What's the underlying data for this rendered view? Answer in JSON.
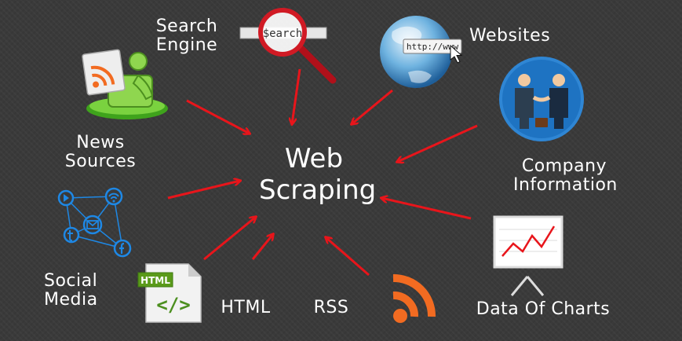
{
  "center": {
    "line1": "Web",
    "line2": "Scraping"
  },
  "search_bar_text": "$earch",
  "url_text": "http://www",
  "html_file_label": "HTML",
  "html_file_symbol": "</>",
  "labels": {
    "search_engine": [
      "Search",
      "Engine"
    ],
    "websites": "Websites",
    "news_sources": [
      "News",
      "Sources"
    ],
    "company_information": [
      "Company",
      "Information"
    ],
    "social_media": [
      "Social",
      "Media"
    ],
    "html": "HTML",
    "rss": "RSS",
    "data_of_charts": "Data Of Charts"
  },
  "colors": {
    "background": "#3a3a3a",
    "arrow": "#e8151b",
    "rss_orange": "#f26b21",
    "social_blue": "#1e88e5",
    "company_blue": "#1565c0"
  }
}
